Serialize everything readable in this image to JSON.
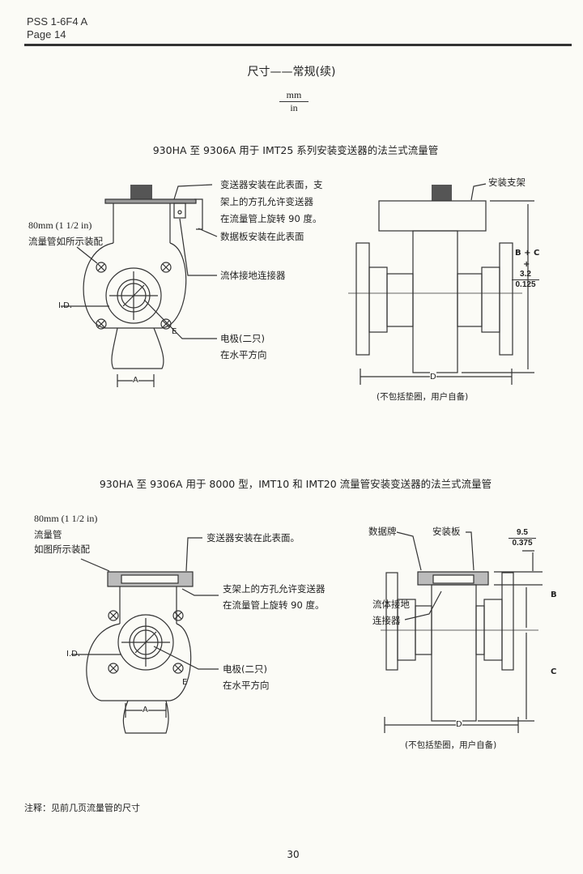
{
  "header": {
    "doc_id": "PSS 1-6F4 A",
    "page": "Page  14"
  },
  "title": "尺寸——常规(续)",
  "units": {
    "numerator": "mm",
    "denominator": "in"
  },
  "section1": {
    "subtitle": "930HA 至 9306A 用于 IMT25 系列安装变送器的法兰式流量管",
    "left_labels": {
      "mount_surface": [
        "变送器安装在此表面，支",
        "架上的方孔允许变送器",
        "在流量管上旋转 90 度。"
      ],
      "data_plate": "数据板安装在此表面",
      "ground": "流体接地连接器",
      "electrodes": [
        "电极(二只)",
        "在水平方向"
      ],
      "tube_size": "80mm (1 1/2 in)",
      "tube_note": "流量管如所示装配",
      "id": "I.D.",
      "e": "E",
      "a": "A"
    },
    "right_labels": {
      "bracket": "安装支架",
      "bc": "B + C",
      "plus": "+",
      "tol_mm": "3.2",
      "tol_in": "0.125",
      "d": "D",
      "note": "(不包括垫圈，用户自备)"
    }
  },
  "section2": {
    "subtitle": "930HA 至 9306A 用于 8000 型，IMT10 和 IMT20 流量管安装变送器的法兰式流量管",
    "left_labels": {
      "tube_size": "80mm (1 1/2 in)",
      "tube_note": [
        "流量管",
        "如图所示装配"
      ],
      "mount_surface": "变送器安装在此表面。",
      "rotate": [
        "支架上的方孔允许变送器",
        "在流量管上旋转 90 度。"
      ],
      "electrodes": [
        "电极(二只)",
        "在水平方向"
      ],
      "id": "I.D.",
      "e": "E",
      "a": "A"
    },
    "right_labels": {
      "data_plate": "数据牌",
      "mount_plate": "安装板",
      "dim_mm": "9.5",
      "dim_in": "0.375",
      "ground": [
        "流体接地",
        "连接器"
      ],
      "b": "B",
      "c": "C",
      "d": "D",
      "note": "(不包括垫圈，用户自备)"
    }
  },
  "footnote": "注释：见前几页流量管的尺寸",
  "page_number": "30"
}
